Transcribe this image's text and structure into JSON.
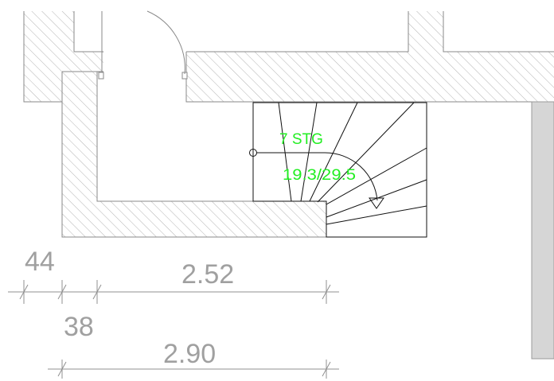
{
  "drawing": {
    "colors": {
      "background": "#ffffff",
      "wall_outline": "#8a8a8a",
      "wall_hatch": "#b4b4b4",
      "stair_lines": "#111111",
      "stair_annotation": "#22ee22",
      "dimension": "#a0a0a0",
      "column_fill": "#d6d6d6"
    },
    "stair": {
      "steps_label": "7 STG",
      "ratio_label": "19.3/29.5"
    },
    "dimensions": {
      "upper": [
        "44",
        "2.52"
      ],
      "lower": [
        "38",
        "2.90"
      ]
    }
  }
}
